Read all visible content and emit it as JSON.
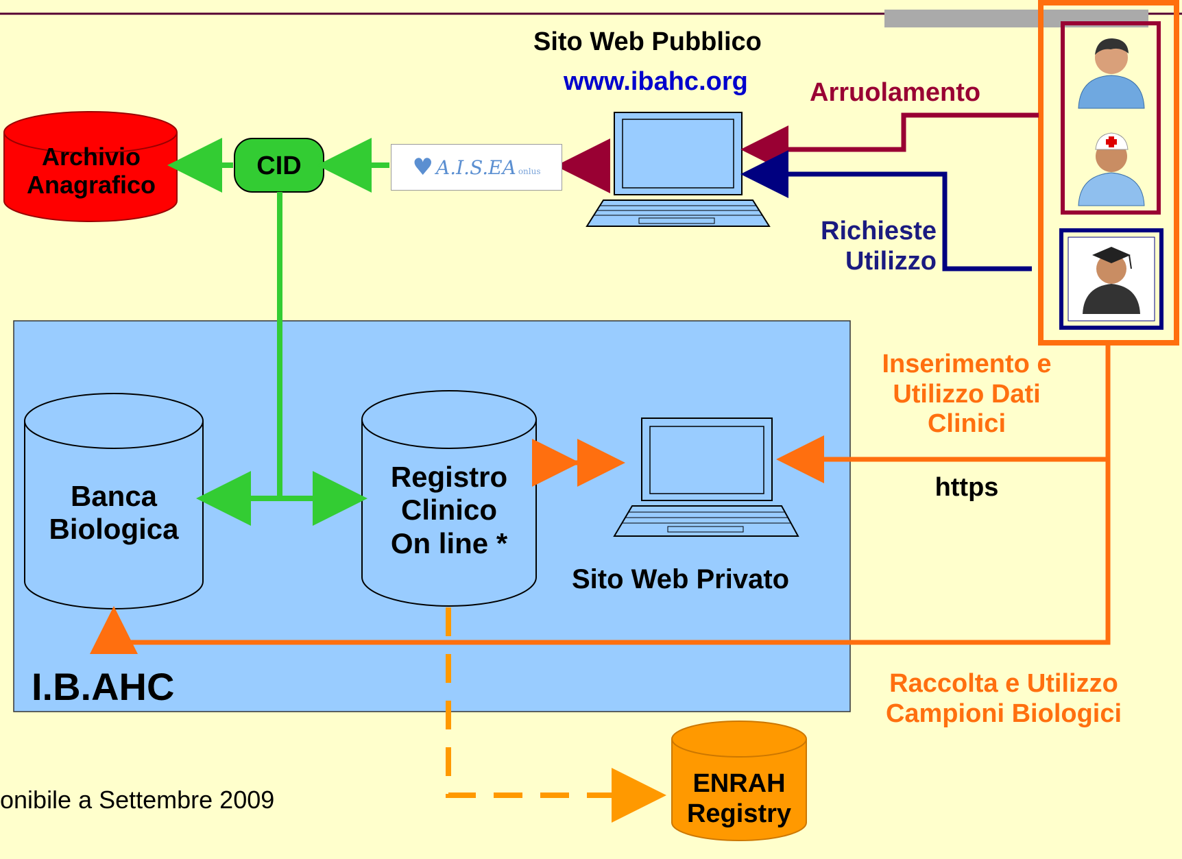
{
  "public_site": {
    "title": "Sito Web Pubblico",
    "url": "www.ibahc.org"
  },
  "flows": {
    "enrollment": "Arruolamento",
    "usage_requests": [
      "Richieste",
      "Utilizzo"
    ],
    "clinical_data": [
      "Inserimento e",
      "Utilizzo Dati",
      "Clinici"
    ],
    "protocol": "https",
    "biological_samples": [
      "Raccolta e Utilizzo",
      "Campioni Biologici"
    ]
  },
  "nodes": {
    "registry_archive": [
      "Archivio",
      "Anagrafico"
    ],
    "cid": "CID",
    "partner_logo": {
      "text": "A.I.S.EA",
      "suffix": "onlus"
    },
    "biobank": [
      "Banca",
      "Biologica"
    ],
    "clinical_registry": [
      "Registro",
      "Clinico",
      "On line *"
    ],
    "private_site": "Sito Web Privato",
    "container": "I.B.AHC",
    "enrah": [
      "ENRAH",
      "Registry"
    ]
  },
  "footnote": "onibile a Settembre 2009",
  "colors": {
    "background": "#ffffcc",
    "container_fill": "#99ccff",
    "green": "#33cc33",
    "maroon": "#990033",
    "navy": "#000080",
    "orange": "#ff6f0f",
    "amber": "#ff9900",
    "red_db": "#ff0000"
  },
  "icons": [
    "user-icon",
    "nurse-icon",
    "researcher-icon",
    "laptop-icon"
  ]
}
